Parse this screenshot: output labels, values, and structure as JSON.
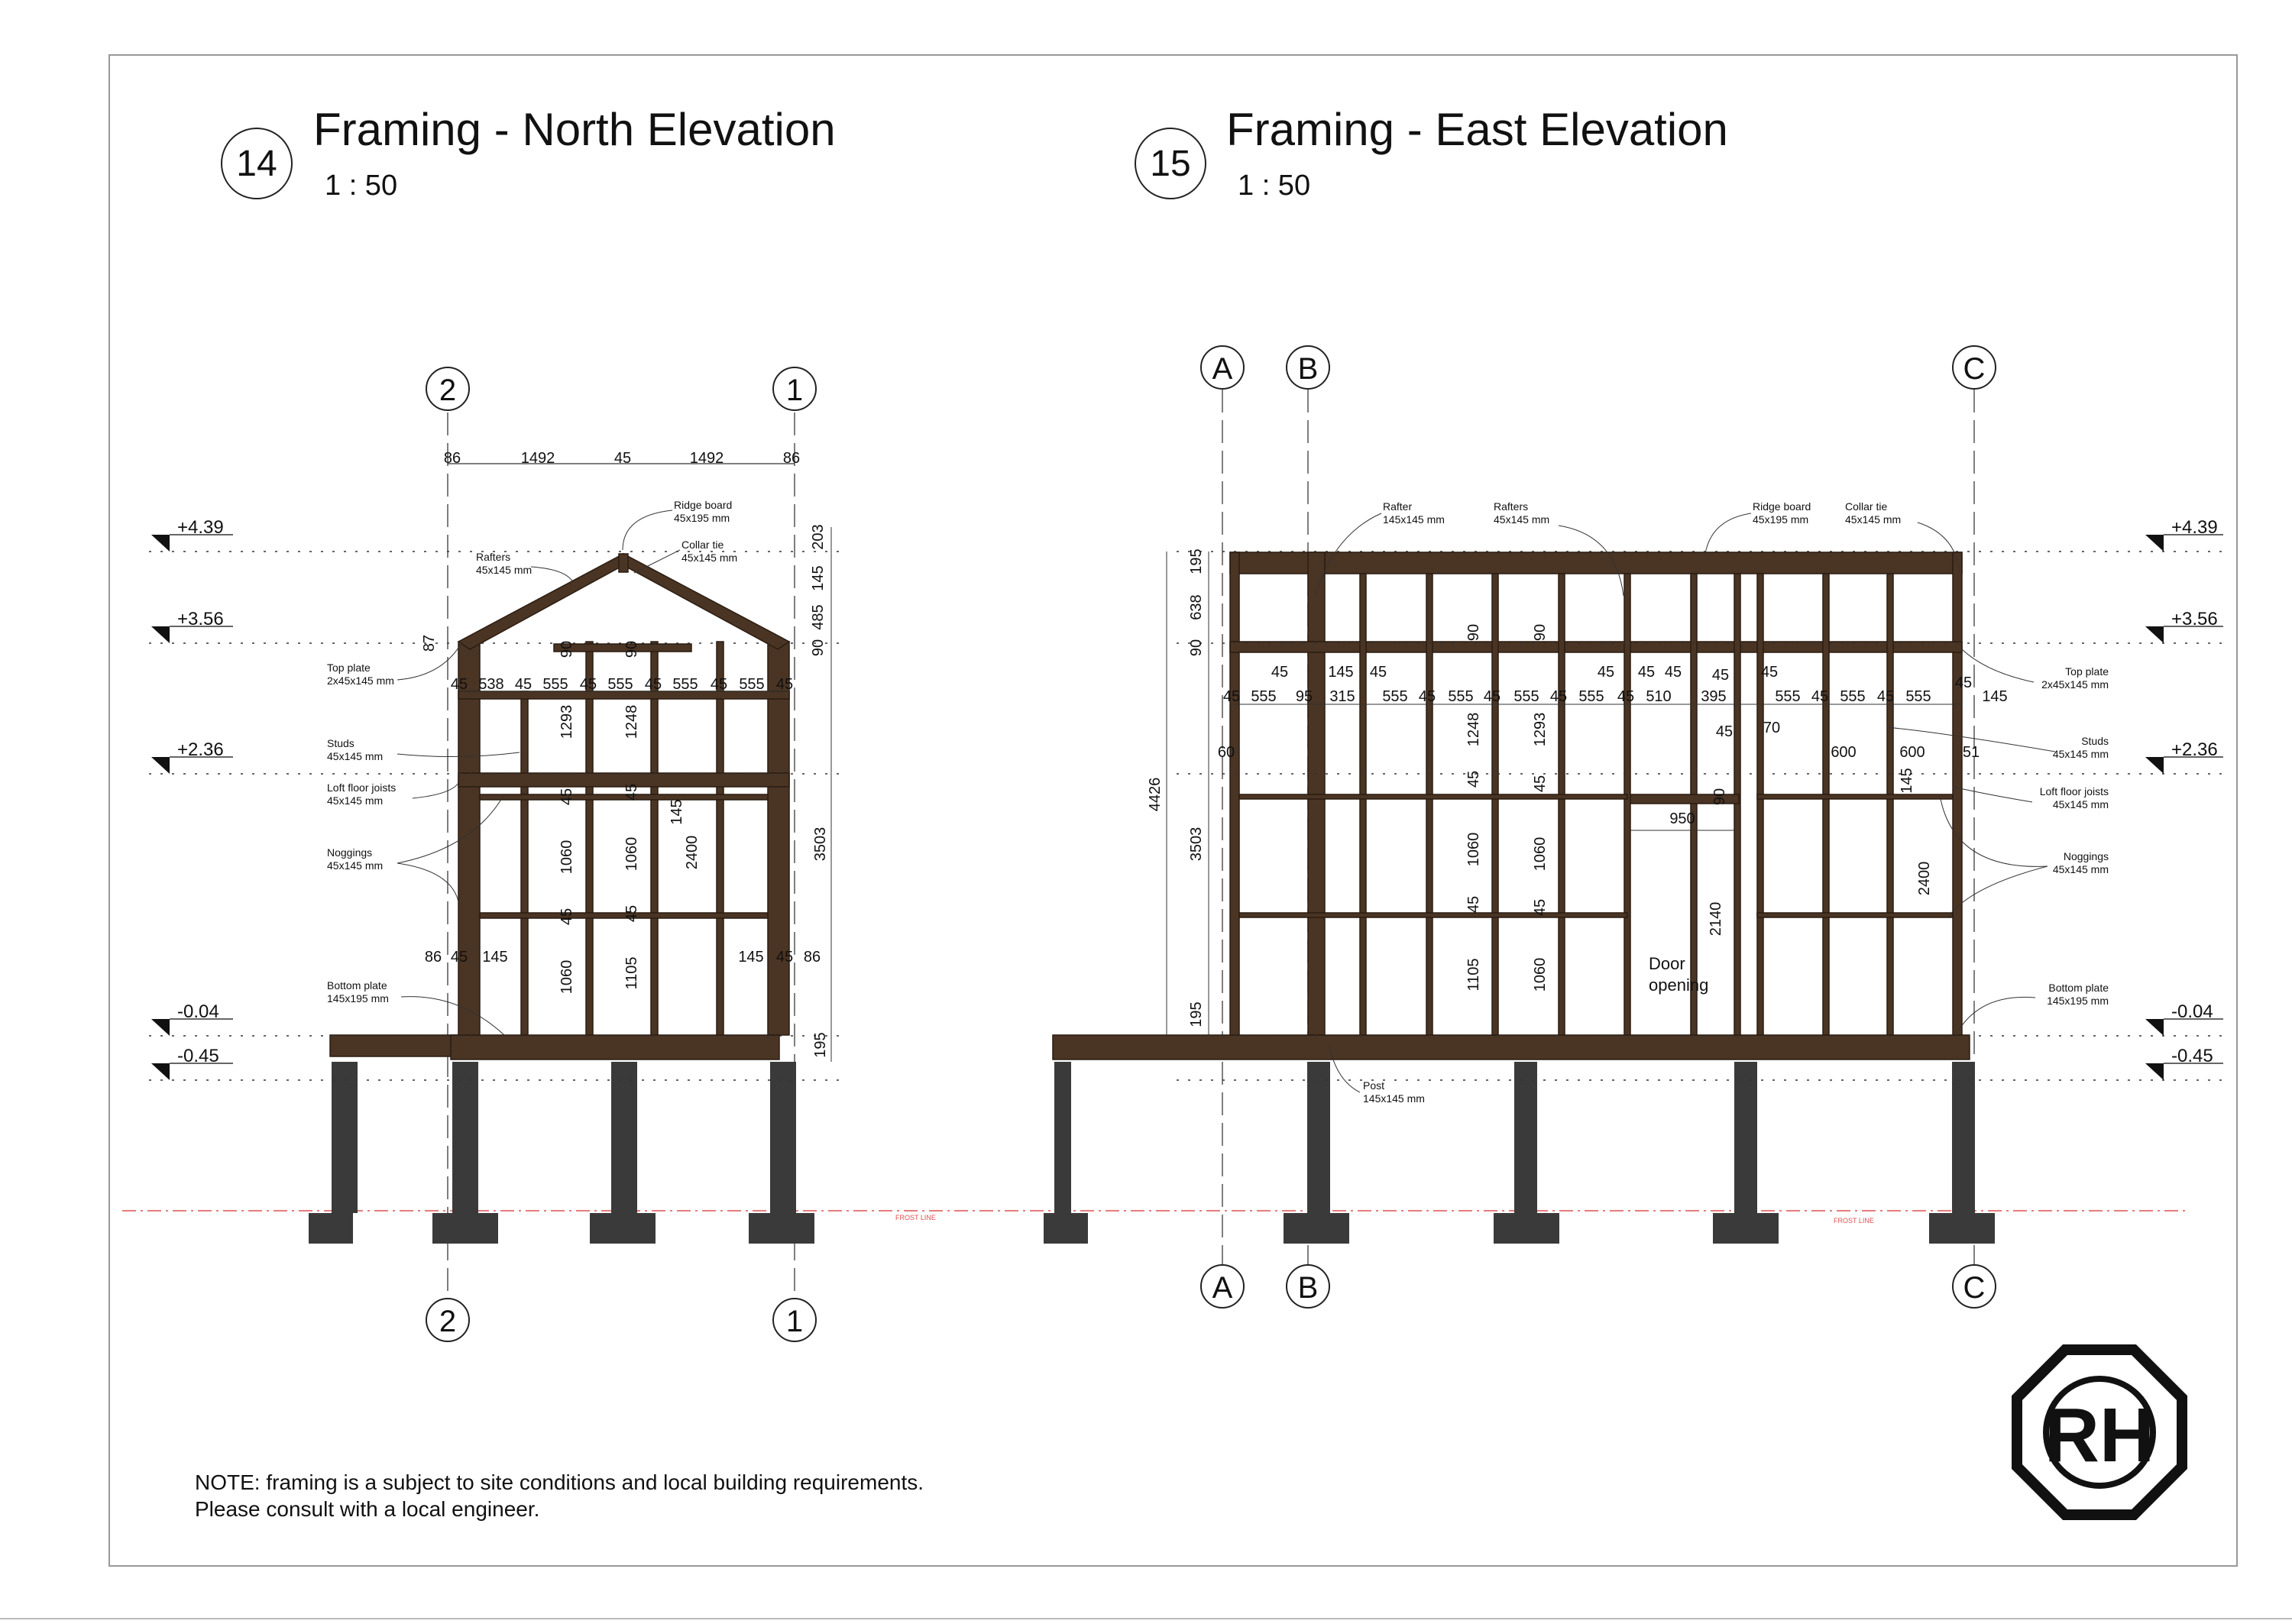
{
  "north": {
    "number": "14",
    "title": "Framing - North Elevation",
    "scale": "1 : 50",
    "grid_left": "2",
    "grid_right": "1",
    "levels": [
      "+4.39",
      "+3.56",
      "+2.36",
      "-0.04",
      "-0.45"
    ],
    "top_dims": [
      "86",
      "1492",
      "45",
      "1492",
      "86"
    ],
    "row_dims": [
      "45",
      "538",
      "45",
      "555",
      "45",
      "555",
      "45",
      "555",
      "45",
      "555",
      "45"
    ],
    "bottom_dims": [
      "86",
      "45",
      "145",
      "145",
      "45",
      "86"
    ],
    "vert_dims": [
      "87",
      "90",
      "90",
      "1293",
      "1248",
      "45",
      "45",
      "145",
      "1060",
      "1060",
      "2400",
      "45",
      "45",
      "1060",
      "1105",
      "203",
      "145",
      "485",
      "90",
      "3503",
      "195"
    ],
    "labels": {
      "ridge": [
        "Ridge board",
        "45x195 mm"
      ],
      "collar": [
        "Collar tie",
        "45x145 mm"
      ],
      "rafters": [
        "Rafters",
        "45x145 mm"
      ],
      "top_plate": [
        "Top plate",
        "2x45x145 mm"
      ],
      "studs": [
        "Studs",
        "45x145 mm"
      ],
      "loft": [
        "Loft floor joists",
        "45x145 mm"
      ],
      "noggings": [
        "Noggings",
        "45x145 mm"
      ],
      "bottom_plate": [
        "Bottom plate",
        "145x195 mm"
      ]
    }
  },
  "east": {
    "number": "15",
    "title": "Framing - East Elevation",
    "scale": "1 : 50",
    "grids": [
      "A",
      "B",
      "C"
    ],
    "levels": [
      "+4.39",
      "+3.56",
      "+2.36",
      "-0.04",
      "-0.45"
    ],
    "row_dims": [
      "45",
      "555",
      "95",
      "315",
      "555",
      "45",
      "555",
      "45",
      "555",
      "45",
      "555",
      "45",
      "510",
      "395",
      "555",
      "45",
      "555",
      "45",
      "555",
      "45",
      "145"
    ],
    "upper_dims": [
      "45",
      "145",
      "45",
      "45",
      "45",
      "45",
      "45",
      "45",
      "70"
    ],
    "mid_dims": [
      "60",
      "600",
      "600",
      "51",
      "950",
      "90"
    ],
    "vert_dims": [
      "195",
      "638",
      "90",
      "90",
      "90",
      "4426",
      "3503",
      "1248",
      "1293",
      "45",
      "45",
      "1060",
      "1060",
      "45",
      "45",
      "1105",
      "1060",
      "2140",
      "2400",
      "145",
      "195"
    ],
    "door": [
      "Door",
      "opening"
    ],
    "labels": {
      "rafter": [
        "Rafter",
        "145x145 mm"
      ],
      "rafters": [
        "Rafters",
        "45x145 mm"
      ],
      "ridge": [
        "Ridge board",
        "45x195 mm"
      ],
      "collar": [
        "Collar tie",
        "45x145 mm"
      ],
      "top_plate": [
        "Top plate",
        "2x45x145 mm"
      ],
      "studs": [
        "Studs",
        "45x145 mm"
      ],
      "loft": [
        "Loft floor joists",
        "45x145 mm"
      ],
      "noggings": [
        "Noggings",
        "45x145 mm"
      ],
      "bottom_plate": [
        "Bottom plate",
        "145x195 mm"
      ],
      "post": [
        "Post",
        "145x145 mm"
      ]
    }
  },
  "frost_label": "FROST LINE",
  "note_lines": [
    "NOTE: framing is a subject to site conditions and local building requirements.",
    "Please consult with a local engineer."
  ],
  "logo": "RH",
  "colors": {
    "timber": "#4a3423",
    "timber_dark": "#2b1d12",
    "concrete": "#3a3a3a",
    "frost": "#e05050"
  }
}
